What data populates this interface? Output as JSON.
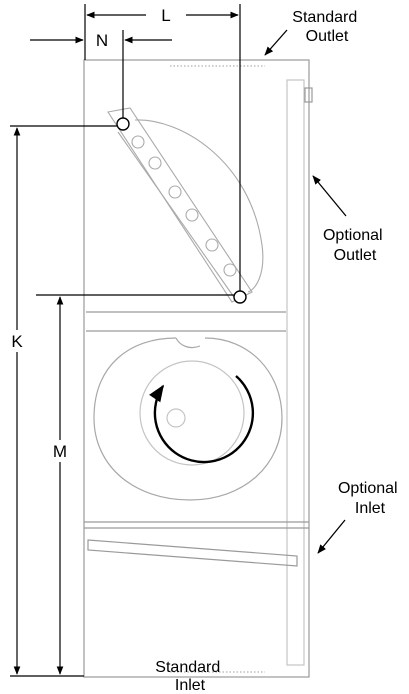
{
  "labels": {
    "standard_outlet": [
      "Standard",
      "Outlet"
    ],
    "optional_outlet": [
      "Optional",
      "Outlet"
    ],
    "optional_inlet": [
      "Optional",
      "Inlet"
    ],
    "standard_inlet": [
      "Standard",
      "Inlet"
    ]
  },
  "dimensions": {
    "L": "L",
    "N": "N",
    "K": "K",
    "M": "M"
  },
  "colors": {
    "ink": "#000000",
    "cabinet_line": "#9a9a9a",
    "faint_line": "#c4c4c4"
  }
}
